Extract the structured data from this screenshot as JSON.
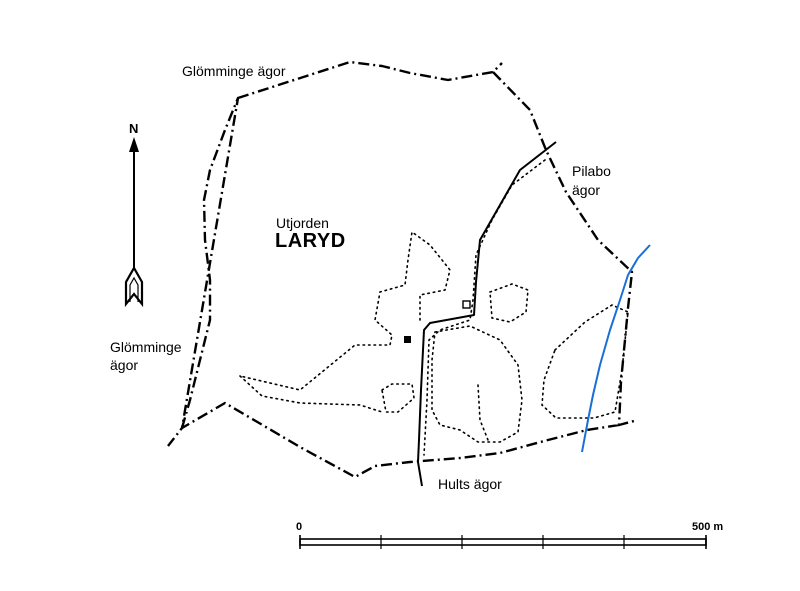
{
  "map": {
    "labels": {
      "north": "N",
      "glomminge_top": "Glömminge ägor",
      "glomminge_left_line1": "Glömminge",
      "glomminge_left_line2": "ägor",
      "pilabo_line1": "Pilabo",
      "pilabo_line2": "ägor",
      "hults": "Hults ägor",
      "place_subtitle": "Utjorden",
      "place_name": "LARYD"
    },
    "scale_bar": {
      "start_label": "0",
      "end_label": "500 m",
      "divisions": 5
    },
    "colors": {
      "ink": "#000000",
      "stream": "#1a6fd6",
      "background": "#ffffff"
    },
    "legend_symbols": [
      "property-boundary-dash-dot",
      "road-solid",
      "field-dotted",
      "stream-blue",
      "building-filled",
      "building-open"
    ]
  }
}
